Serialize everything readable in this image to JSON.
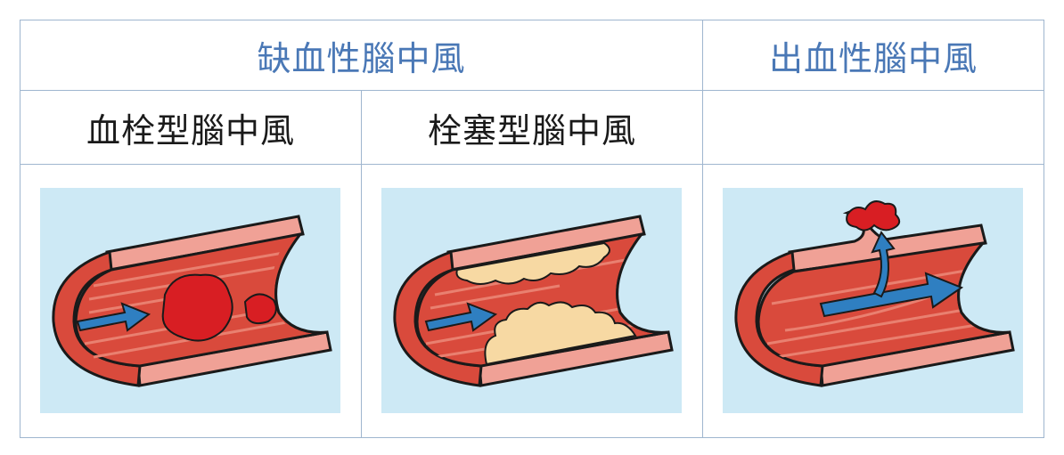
{
  "header": {
    "ischemic": "缺血性腦中風",
    "hemorrhagic": "出血性腦中風"
  },
  "subheader": {
    "thrombotic": "血栓型腦中風",
    "embolic": "栓塞型腦中風",
    "blank": ""
  },
  "colors": {
    "header_text": "#4a78b6",
    "grid_line": "#9fb6cf",
    "panel_bg": "#cde9f5",
    "vessel": "#d94a3c",
    "vessel_wall": "#f0a196",
    "clot": "#d81e23",
    "plaque": "#f7d9a3",
    "arrow": "#2f7fc1"
  },
  "illustrations": [
    {
      "name": "thrombus-illustration",
      "icon": "blood-vessel-with-clot"
    },
    {
      "name": "embolism-illustration",
      "icon": "blood-vessel-with-plaque"
    },
    {
      "name": "hemorrhage-illustration",
      "icon": "ruptured-blood-vessel"
    }
  ]
}
